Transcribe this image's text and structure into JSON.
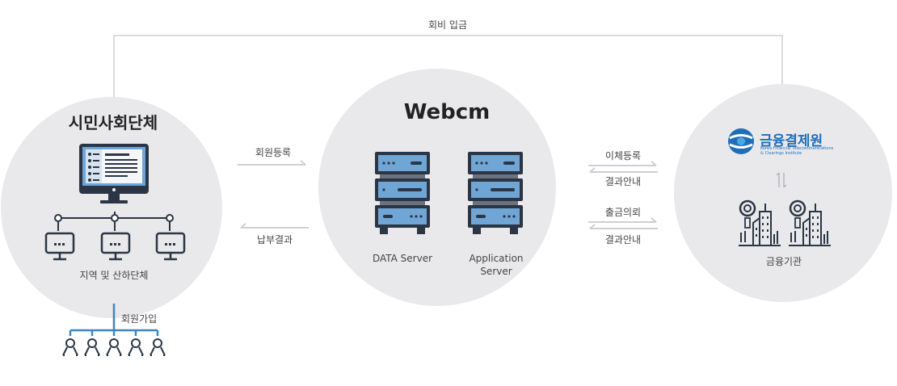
{
  "top_flow": {
    "label": "회비 입금"
  },
  "left_node": {
    "title": "시민사회단체",
    "sub_label": "지역 및 산하단체",
    "join_label": "회원가입"
  },
  "center_node": {
    "title": "Webcm",
    "servers": [
      {
        "label": "DATA Server"
      },
      {
        "label": "Application Server"
      }
    ]
  },
  "right_node": {
    "logo_text": "금융결제원",
    "logo_sub_line1": "Korea Financial Telecommunications",
    "logo_sub_line2": "& Clearings Institute",
    "bank_label": "금융기관"
  },
  "left_arrows": {
    "register": "회원등록",
    "payment_result": "납부결과"
  },
  "right_arrows": {
    "transfer_register": "이체등록",
    "result_notice_1": "결과안내",
    "withdraw_request": "출금의뢰",
    "result_notice_2": "결과안내"
  },
  "colors": {
    "circle_bg": "#e9e9ec",
    "server_blue": "#6fa6d6",
    "server_dark": "#2b3544",
    "accent_blue": "#3b86c6",
    "line_gray": "#cfcfd4"
  }
}
